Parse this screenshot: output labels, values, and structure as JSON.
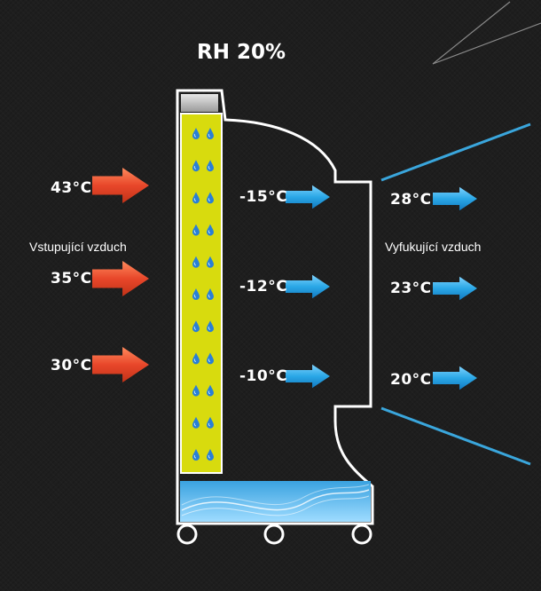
{
  "title": "RH 20%",
  "inlet": {
    "label": "Vstupující vzduch",
    "temps": [
      "43°C",
      "35°C",
      "30°C"
    ]
  },
  "mid": {
    "temps": [
      "-15°C",
      "-12°C",
      "-10°C"
    ]
  },
  "outlet": {
    "label": "Vyfukující vzduch",
    "temps": [
      "28°C",
      "23°C",
      "20°C"
    ]
  },
  "colors": {
    "background": "#1e1e1e",
    "pad": "#d8db0e",
    "hot_arrow": "#e8472a",
    "cool_arrow": "#2aa7e6",
    "flow_line": "#3aa6dc",
    "water": "#4ab6e8",
    "outline": "#ffffff"
  },
  "icons": [
    "water-drop-icon",
    "hot-air-arrow-icon",
    "cool-air-arrow-icon",
    "wheel-icon"
  ]
}
